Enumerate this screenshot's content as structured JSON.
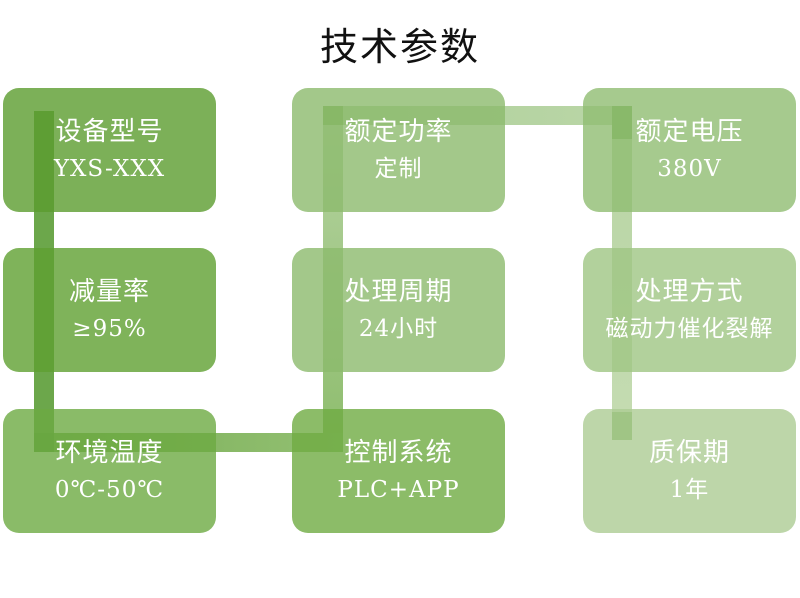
{
  "title": "技术参数",
  "boxes": [
    {
      "label": "设备型号",
      "value": "YXS-XXX",
      "color": "rgba(91,156,46,0.8)"
    },
    {
      "label": "额定功率",
      "value": "定制",
      "color": "rgba(140,186,109,0.8)"
    },
    {
      "label": "额定电压",
      "value": "380V",
      "color": "rgba(144,189,114,0.8)"
    },
    {
      "label": "减量率",
      "value": "≥95%",
      "color": "rgba(95,160,49,0.8)"
    },
    {
      "label": "处理周期",
      "value": "24小时",
      "color": "rgba(140,186,109,0.8)"
    },
    {
      "label": "处理方式",
      "value": "磁动力催化裂解",
      "color": "rgba(159,198,131,0.8)"
    },
    {
      "label": "环境温度",
      "value": "0℃-50℃",
      "color": "rgba(109,170,66,0.8)"
    },
    {
      "label": "控制系统",
      "value": "PLC+APP",
      "color": "rgba(111,171,66,0.8)"
    },
    {
      "label": "质保期",
      "value": "1年",
      "color": "rgba(173,204,148,0.8)"
    }
  ],
  "connector": {
    "v1_color": "#6ca74b",
    "h1_gradient": [
      "#78ad53",
      "#93c073"
    ],
    "v2_gradient": [
      "#b6d3a2",
      "#90be70"
    ],
    "h2_gradient": [
      "#aed09a",
      "#bad6a7"
    ],
    "v3_gradient": [
      "#b7d4a3",
      "#c5dcb2"
    ],
    "corner_box7": "#5d9a3c",
    "corner_box2": "#79ad52",
    "corner_box3": "#6faa4d",
    "endcap_box9": "#6faa4d"
  },
  "colors": {
    "title_text": "#111111",
    "box_text": "#ffffff",
    "background": "#ffffff"
  }
}
